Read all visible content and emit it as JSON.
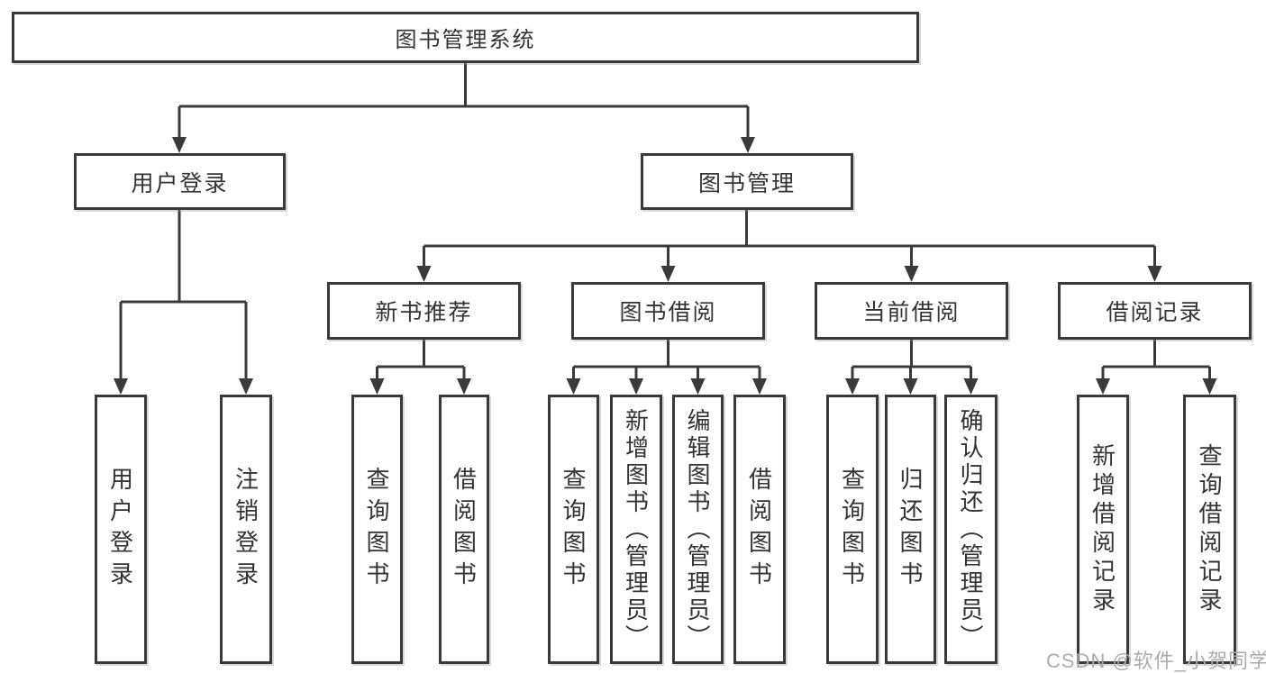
{
  "diagram": {
    "type": "hierarchy-tree",
    "root": {
      "label": "图书管理系统",
      "children": [
        {
          "label": "用户登录",
          "children": [
            {
              "label": "用户登录"
            },
            {
              "label": "注销登录"
            }
          ]
        },
        {
          "label": "图书管理",
          "children": [
            {
              "label": "新书推荐",
              "children": [
                {
                  "label": "查询图书"
                },
                {
                  "label": "借阅图书"
                }
              ]
            },
            {
              "label": "图书借阅",
              "children": [
                {
                  "label": "查询图书"
                },
                {
                  "label": "新增图书（管理员）"
                },
                {
                  "label": "编辑图书（管理员）"
                },
                {
                  "label": "借阅图书"
                }
              ]
            },
            {
              "label": "当前借阅",
              "children": [
                {
                  "label": "查询图书"
                },
                {
                  "label": "归还图书"
                },
                {
                  "label": "确认归还（管理员）"
                }
              ]
            },
            {
              "label": "借阅记录",
              "children": [
                {
                  "label": "新增借阅记录"
                },
                {
                  "label": "查询借阅记录"
                }
              ]
            }
          ]
        }
      ]
    }
  },
  "watermark": {
    "text": "CSDN @软件_小贺同学"
  },
  "colors": {
    "line": "#3a3a3a",
    "box_border": "#3a3a3a",
    "box_fill": "#ffffff",
    "text": "#333333",
    "background": "#ffffff",
    "watermark": "#aaabb1"
  }
}
